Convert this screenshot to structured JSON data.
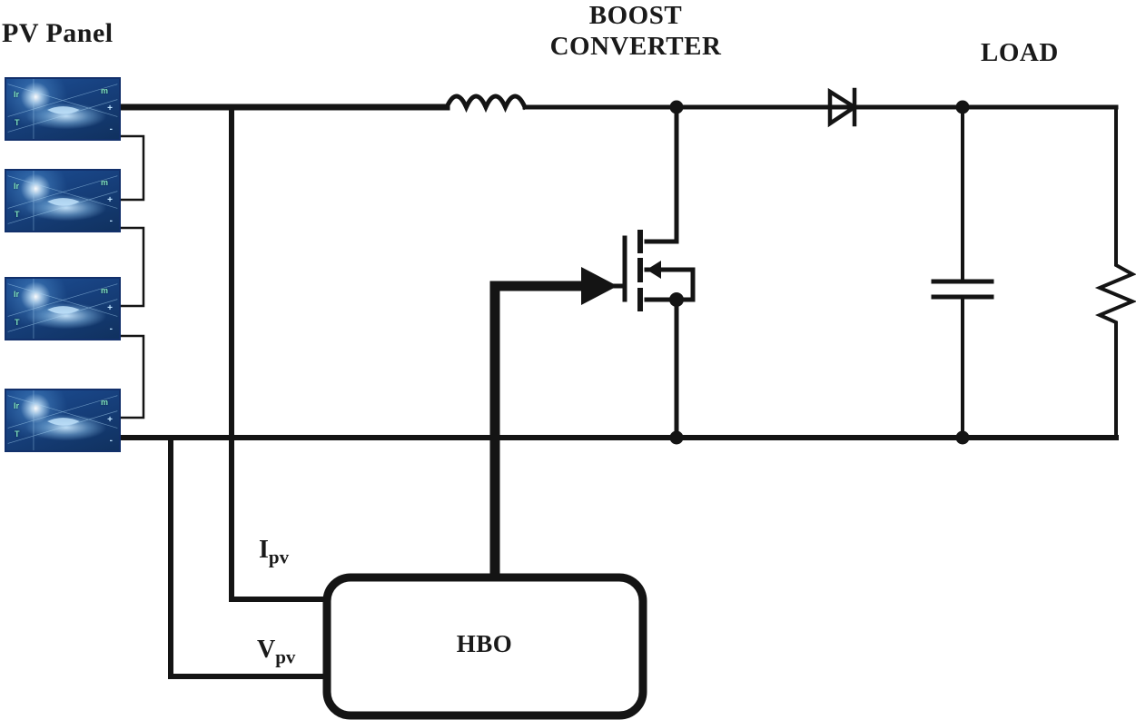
{
  "diagram": {
    "title_pv": "PV Panel",
    "title_boost_line1": "BOOST",
    "title_boost_line2": "CONVERTER",
    "title_load": "LOAD",
    "controller_label": "HBO",
    "signal_current": {
      "base": "I",
      "sub": "pv"
    },
    "signal_voltage": {
      "base": "V",
      "sub": "pv"
    },
    "colors": {
      "wire": "#141414",
      "panel_border": "#12306b",
      "panel_fill": "#17417f",
      "panel_port_text": "#7fe3c0",
      "text": "#1a1a1a",
      "background": "#ffffff"
    },
    "panels": [
      {
        "index": 1,
        "in_top": "Ir",
        "in_bottom": "T",
        "out_signal": "m",
        "plus": "+",
        "minus": "-"
      },
      {
        "index": 2,
        "in_top": "Ir",
        "in_bottom": "T",
        "out_signal": "m",
        "plus": "+",
        "minus": "-"
      },
      {
        "index": 3,
        "in_top": "Ir",
        "in_bottom": "T",
        "out_signal": "m",
        "plus": "+",
        "minus": "-"
      },
      {
        "index": 4,
        "in_top": "Ir",
        "in_bottom": "T",
        "out_signal": "m",
        "plus": "+",
        "minus": "-"
      }
    ],
    "components": [
      {
        "name": "inductor",
        "symbol": "coil"
      },
      {
        "name": "mosfet",
        "symbol": "n-channel-mosfet"
      },
      {
        "name": "diode",
        "symbol": "diode"
      },
      {
        "name": "capacitor",
        "symbol": "capacitor"
      },
      {
        "name": "resistor",
        "symbol": "resistor-zigzag"
      }
    ]
  }
}
